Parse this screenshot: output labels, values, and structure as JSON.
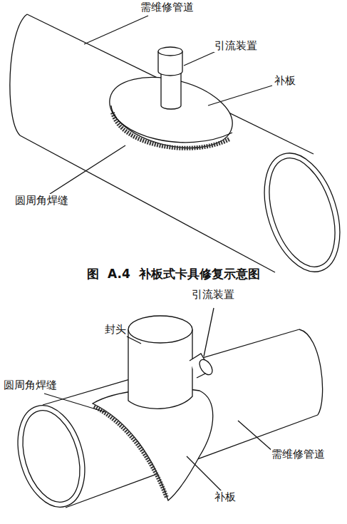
{
  "diagram": {
    "caption": "图 A.4 补板式卡具修复示意图",
    "labels": [
      "需维修管道",
      "引流装置",
      "补板",
      "圆周角焊缝",
      "封头",
      "引流装置",
      "圆周角焊缝",
      "需维修管道",
      "补板"
    ]
  }
}
